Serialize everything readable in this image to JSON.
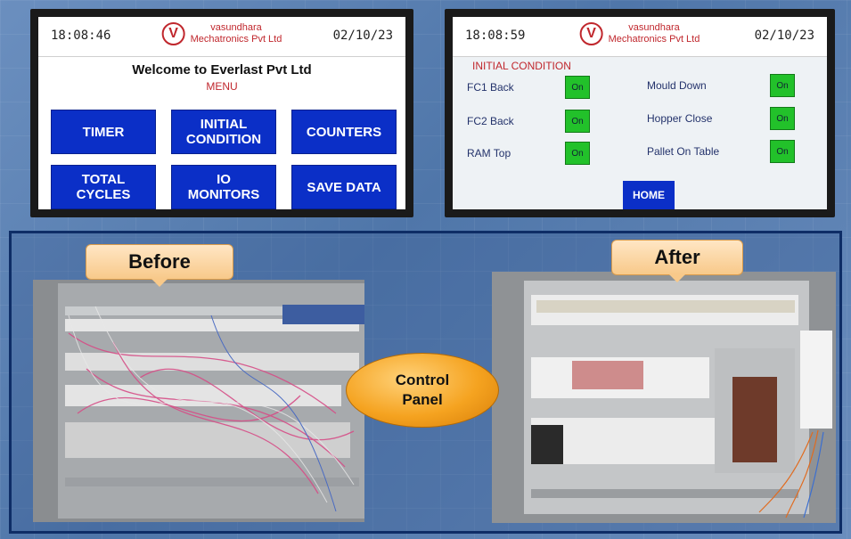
{
  "left_hmi": {
    "time": "18:08:46",
    "date": "02/10/23",
    "logo_name": "vasundhara",
    "logo_company": "Mechatronics Pvt Ltd",
    "welcome": "Welcome to Everlast Pvt Ltd",
    "menu_label": "MENU",
    "buttons": [
      "TIMER",
      "INITIAL\nCONDITION",
      "COUNTERS",
      "TOTAL\nCYCLES",
      "IO\nMONITORS",
      "SAVE DATA"
    ]
  },
  "right_hmi": {
    "time": "18:08:59",
    "date": "02/10/23",
    "logo_name": "vasundhara",
    "logo_company": "Mechatronics Pvt Ltd",
    "title": "INITIAL CONDITION",
    "conditions_left": [
      {
        "label": "FC1 Back",
        "state": "On"
      },
      {
        "label": "FC2 Back",
        "state": "On"
      },
      {
        "label": "RAM Top",
        "state": "On"
      }
    ],
    "conditions_right": [
      {
        "label": "Mould Down",
        "state": "On"
      },
      {
        "label": "Hopper Close",
        "state": "On"
      },
      {
        "label": "Pallet On Table",
        "state": "On"
      }
    ],
    "home_label": "HOME"
  },
  "bottom": {
    "before_label": "Before",
    "after_label": "After",
    "center_label": "Control\nPanel"
  },
  "colors": {
    "hmi_button": "#0b2fc7",
    "on_indicator": "#22c12a",
    "accent_red": "#c0272d",
    "badge_orange": "#f5a320"
  }
}
